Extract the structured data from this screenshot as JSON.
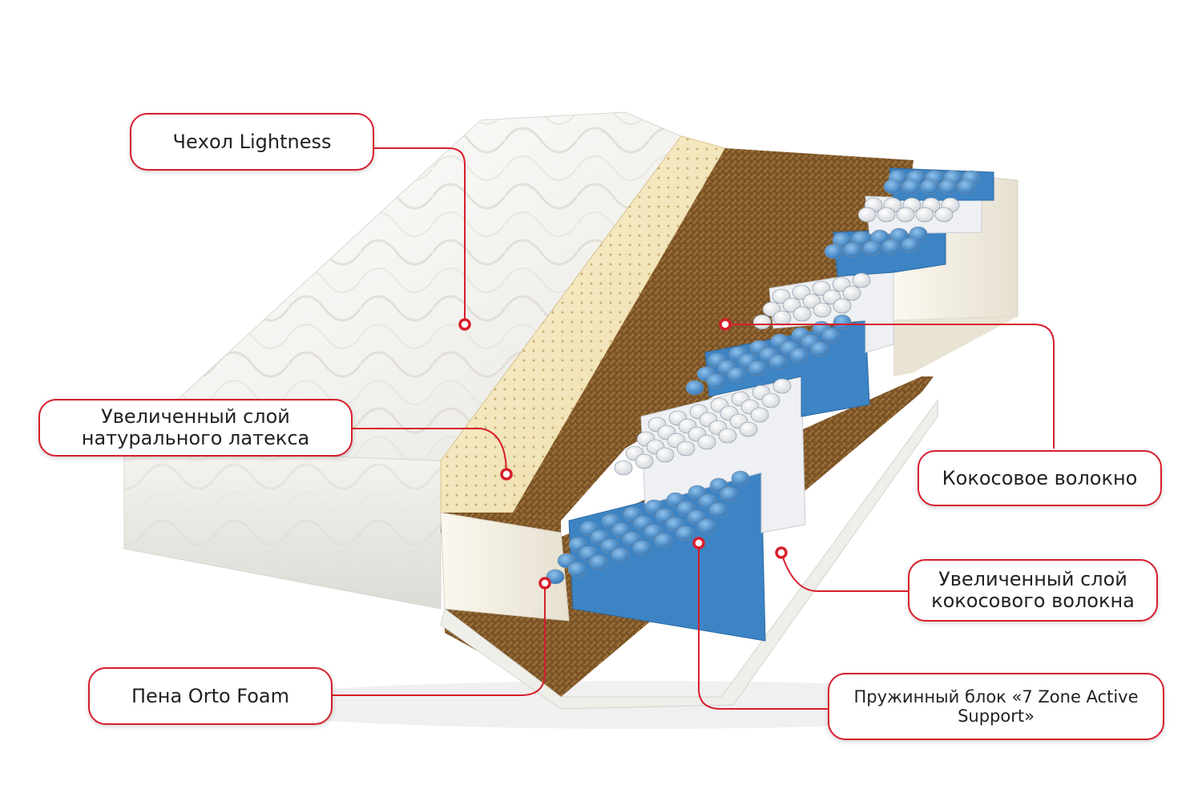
{
  "labels": {
    "cover": "Чехол Lightness",
    "latex_line1": "Увеличенный слой",
    "latex_line2": "натурального латекса",
    "coconut": "Кокосовое волокно",
    "coconut_thick_line1": "Увеличенный слой",
    "coconut_thick_line2": "кокосового волокна",
    "foam": "Пена Orto Foam",
    "spring_line1": "Пружинный блок «7 Zone Active",
    "spring_line2": "Support»"
  },
  "colors": {
    "accent": "#d81e2c",
    "coir": "#7a5226",
    "spring_blue": "#3d84c4",
    "latex": "#f6e9bf",
    "cover": "#f7f7f3"
  }
}
